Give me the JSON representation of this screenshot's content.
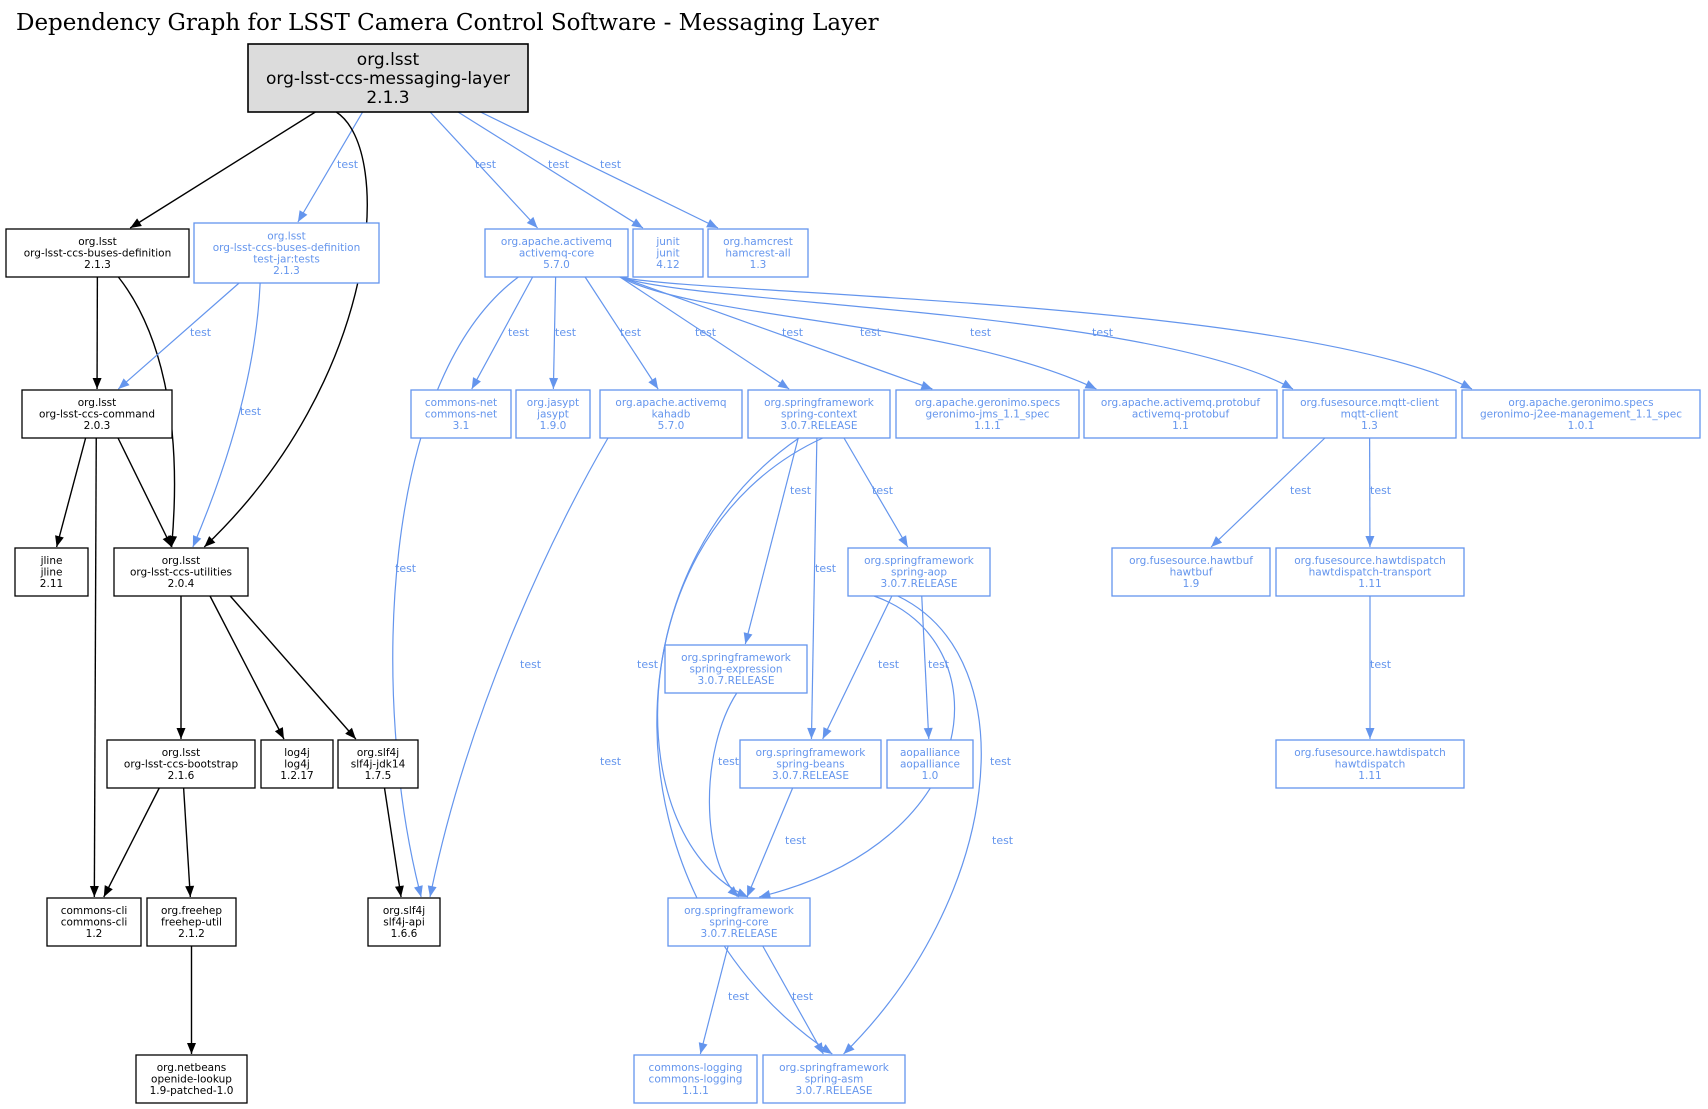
{
  "title": "Dependency Graph for LSST Camera Control Software - Messaging Layer",
  "colors": {
    "compile": "#000000",
    "test": "#6495ed",
    "root_fill": "#dcdcdc"
  },
  "nodes": [
    {
      "id": "root",
      "kind": "root",
      "lines": [
        "org.lsst",
        "org-lsst-ccs-messaging-layer",
        "2.1.3"
      ]
    },
    {
      "id": "buses-def",
      "kind": "compile",
      "lines": [
        "org.lsst",
        "org-lsst-ccs-buses-definition",
        "2.1.3"
      ]
    },
    {
      "id": "buses-def-tests",
      "kind": "test",
      "lines": [
        "org.lsst",
        "org-lsst-ccs-buses-definition",
        "test-jar:tests",
        "2.1.3"
      ]
    },
    {
      "id": "activemq-core",
      "kind": "test",
      "lines": [
        "org.apache.activemq",
        "activemq-core",
        "5.7.0"
      ]
    },
    {
      "id": "junit",
      "kind": "test",
      "lines": [
        "junit",
        "junit",
        "4.12"
      ]
    },
    {
      "id": "hamcrest",
      "kind": "test",
      "lines": [
        "org.hamcrest",
        "hamcrest-all",
        "1.3"
      ]
    },
    {
      "id": "command",
      "kind": "compile",
      "lines": [
        "org.lsst",
        "org-lsst-ccs-command",
        "2.0.3"
      ]
    },
    {
      "id": "commons-net",
      "kind": "test",
      "lines": [
        "commons-net",
        "commons-net",
        "3.1"
      ]
    },
    {
      "id": "jasypt",
      "kind": "test",
      "lines": [
        "org.jasypt",
        "jasypt",
        "1.9.0"
      ]
    },
    {
      "id": "kahadb",
      "kind": "test",
      "lines": [
        "org.apache.activemq",
        "kahadb",
        "5.7.0"
      ]
    },
    {
      "id": "spring-context",
      "kind": "test",
      "lines": [
        "org.springframework",
        "spring-context",
        "3.0.7.RELEASE"
      ]
    },
    {
      "id": "geronimo-jms",
      "kind": "test",
      "lines": [
        "org.apache.geronimo.specs",
        "geronimo-jms_1.1_spec",
        "1.1.1"
      ]
    },
    {
      "id": "activemq-protobuf",
      "kind": "test",
      "lines": [
        "org.apache.activemq.protobuf",
        "activemq-protobuf",
        "1.1"
      ]
    },
    {
      "id": "mqtt-client",
      "kind": "test",
      "lines": [
        "org.fusesource.mqtt-client",
        "mqtt-client",
        "1.3"
      ]
    },
    {
      "id": "geronimo-j2ee",
      "kind": "test",
      "lines": [
        "org.apache.geronimo.specs",
        "geronimo-j2ee-management_1.1_spec",
        "1.0.1"
      ]
    },
    {
      "id": "jline",
      "kind": "compile",
      "lines": [
        "jline",
        "jline",
        "2.11"
      ]
    },
    {
      "id": "utilities",
      "kind": "compile",
      "lines": [
        "org.lsst",
        "org-lsst-ccs-utilities",
        "2.0.4"
      ]
    },
    {
      "id": "spring-aop",
      "kind": "test",
      "lines": [
        "org.springframework",
        "spring-aop",
        "3.0.7.RELEASE"
      ]
    },
    {
      "id": "hawtbuf",
      "kind": "test",
      "lines": [
        "org.fusesource.hawtbuf",
        "hawtbuf",
        "1.9"
      ]
    },
    {
      "id": "hawtdispatch-transport",
      "kind": "test",
      "lines": [
        "org.fusesource.hawtdispatch",
        "hawtdispatch-transport",
        "1.11"
      ]
    },
    {
      "id": "spring-expression",
      "kind": "test",
      "lines": [
        "org.springframework",
        "spring-expression",
        "3.0.7.RELEASE"
      ]
    },
    {
      "id": "bootstrap",
      "kind": "compile",
      "lines": [
        "org.lsst",
        "org-lsst-ccs-bootstrap",
        "2.1.6"
      ]
    },
    {
      "id": "log4j",
      "kind": "compile",
      "lines": [
        "log4j",
        "log4j",
        "1.2.17"
      ]
    },
    {
      "id": "slf4j-jdk14",
      "kind": "compile",
      "lines": [
        "org.slf4j",
        "slf4j-jdk14",
        "1.7.5"
      ]
    },
    {
      "id": "spring-beans",
      "kind": "test",
      "lines": [
        "org.springframework",
        "spring-beans",
        "3.0.7.RELEASE"
      ]
    },
    {
      "id": "aopalliance",
      "kind": "test",
      "lines": [
        "aopalliance",
        "aopalliance",
        "1.0"
      ]
    },
    {
      "id": "hawtdispatch",
      "kind": "test",
      "lines": [
        "org.fusesource.hawtdispatch",
        "hawtdispatch",
        "1.11"
      ]
    },
    {
      "id": "commons-cli",
      "kind": "compile",
      "lines": [
        "commons-cli",
        "commons-cli",
        "1.2"
      ]
    },
    {
      "id": "freehep-util",
      "kind": "compile",
      "lines": [
        "org.freehep",
        "freehep-util",
        "2.1.2"
      ]
    },
    {
      "id": "slf4j-api",
      "kind": "compile",
      "lines": [
        "org.slf4j",
        "slf4j-api",
        "1.6.6"
      ]
    },
    {
      "id": "spring-core",
      "kind": "test",
      "lines": [
        "org.springframework",
        "spring-core",
        "3.0.7.RELEASE"
      ]
    },
    {
      "id": "netbeans-lookup",
      "kind": "compile",
      "lines": [
        "org.netbeans",
        "openide-lookup",
        "1.9-patched-1.0"
      ]
    },
    {
      "id": "commons-logging",
      "kind": "test",
      "lines": [
        "commons-logging",
        "commons-logging",
        "1.1.1"
      ]
    },
    {
      "id": "spring-asm",
      "kind": "test",
      "lines": [
        "org.springframework",
        "spring-asm",
        "3.0.7.RELEASE"
      ]
    }
  ],
  "edges": [
    {
      "from": "root",
      "to": "buses-def",
      "kind": "compile",
      "label": ""
    },
    {
      "from": "root",
      "to": "buses-def-tests",
      "kind": "test",
      "label": "test"
    },
    {
      "from": "root",
      "to": "utilities",
      "kind": "compile",
      "label": ""
    },
    {
      "from": "root",
      "to": "activemq-core",
      "kind": "test",
      "label": "test"
    },
    {
      "from": "root",
      "to": "junit",
      "kind": "test",
      "label": "test"
    },
    {
      "from": "root",
      "to": "hamcrest",
      "kind": "test",
      "label": "test"
    },
    {
      "from": "buses-def",
      "to": "command",
      "kind": "compile",
      "label": ""
    },
    {
      "from": "buses-def",
      "to": "utilities",
      "kind": "compile",
      "label": ""
    },
    {
      "from": "buses-def-tests",
      "to": "command",
      "kind": "test",
      "label": "test"
    },
    {
      "from": "buses-def-tests",
      "to": "utilities",
      "kind": "test",
      "label": "test"
    },
    {
      "from": "command",
      "to": "jline",
      "kind": "compile",
      "label": ""
    },
    {
      "from": "command",
      "to": "utilities",
      "kind": "compile",
      "label": ""
    },
    {
      "from": "command",
      "to": "commons-cli",
      "kind": "compile",
      "label": ""
    },
    {
      "from": "utilities",
      "to": "bootstrap",
      "kind": "compile",
      "label": ""
    },
    {
      "from": "utilities",
      "to": "log4j",
      "kind": "compile",
      "label": ""
    },
    {
      "from": "utilities",
      "to": "slf4j-jdk14",
      "kind": "compile",
      "label": ""
    },
    {
      "from": "bootstrap",
      "to": "commons-cli",
      "kind": "compile",
      "label": ""
    },
    {
      "from": "bootstrap",
      "to": "freehep-util",
      "kind": "compile",
      "label": ""
    },
    {
      "from": "freehep-util",
      "to": "netbeans-lookup",
      "kind": "compile",
      "label": ""
    },
    {
      "from": "slf4j-jdk14",
      "to": "slf4j-api",
      "kind": "compile",
      "label": ""
    },
    {
      "from": "activemq-core",
      "to": "slf4j-api",
      "kind": "test",
      "label": "test"
    },
    {
      "from": "activemq-core",
      "to": "commons-net",
      "kind": "test",
      "label": "test"
    },
    {
      "from": "activemq-core",
      "to": "jasypt",
      "kind": "test",
      "label": "test"
    },
    {
      "from": "activemq-core",
      "to": "kahadb",
      "kind": "test",
      "label": "test"
    },
    {
      "from": "activemq-core",
      "to": "spring-context",
      "kind": "test",
      "label": "test"
    },
    {
      "from": "activemq-core",
      "to": "geronimo-jms",
      "kind": "test",
      "label": "test"
    },
    {
      "from": "activemq-core",
      "to": "activemq-protobuf",
      "kind": "test",
      "label": "test"
    },
    {
      "from": "activemq-core",
      "to": "mqtt-client",
      "kind": "test",
      "label": "test"
    },
    {
      "from": "activemq-core",
      "to": "geronimo-j2ee",
      "kind": "test",
      "label": "test"
    },
    {
      "from": "kahadb",
      "to": "slf4j-api",
      "kind": "test",
      "label": "test"
    },
    {
      "from": "spring-context",
      "to": "spring-asm",
      "kind": "test",
      "label": "test"
    },
    {
      "from": "spring-context",
      "to": "spring-core",
      "kind": "test",
      "label": "test"
    },
    {
      "from": "spring-context",
      "to": "spring-expression",
      "kind": "test",
      "label": "test"
    },
    {
      "from": "spring-context",
      "to": "spring-beans",
      "kind": "test",
      "label": "test"
    },
    {
      "from": "spring-context",
      "to": "spring-aop",
      "kind": "test",
      "label": "test"
    },
    {
      "from": "spring-aop",
      "to": "spring-beans",
      "kind": "test",
      "label": "test"
    },
    {
      "from": "spring-aop",
      "to": "aopalliance",
      "kind": "test",
      "label": "test"
    },
    {
      "from": "spring-aop",
      "to": "spring-core",
      "kind": "test",
      "label": "test"
    },
    {
      "from": "spring-aop",
      "to": "spring-asm",
      "kind": "test",
      "label": "test"
    },
    {
      "from": "spring-expression",
      "to": "spring-core",
      "kind": "test",
      "label": "test"
    },
    {
      "from": "spring-beans",
      "to": "spring-core",
      "kind": "test",
      "label": "test"
    },
    {
      "from": "spring-core",
      "to": "commons-logging",
      "kind": "test",
      "label": "test"
    },
    {
      "from": "spring-core",
      "to": "spring-asm",
      "kind": "test",
      "label": "test"
    },
    {
      "from": "mqtt-client",
      "to": "hawtbuf",
      "kind": "test",
      "label": "test"
    },
    {
      "from": "mqtt-client",
      "to": "hawtdispatch-transport",
      "kind": "test",
      "label": "test"
    },
    {
      "from": "hawtdispatch-transport",
      "to": "hawtdispatch",
      "kind": "test",
      "label": "test"
    }
  ]
}
